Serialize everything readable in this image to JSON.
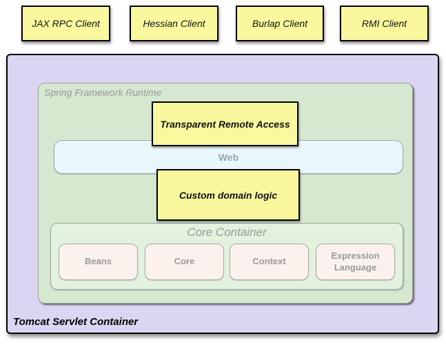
{
  "diagram": {
    "clients": [
      {
        "label": "JAX RPC Client"
      },
      {
        "label": "Hessian Client"
      },
      {
        "label": "Burlap Client"
      },
      {
        "label": "RMI Client"
      }
    ],
    "tomcat": {
      "label": "Tomcat Servlet Container"
    },
    "runtime": {
      "label": "Spring Framework Runtime"
    },
    "remote_access": {
      "label": "Transparent Remote Access"
    },
    "web": {
      "label": "Web"
    },
    "domain_logic": {
      "label": "Custom domain logic"
    },
    "core": {
      "label": "Core Container",
      "modules": [
        {
          "label": "Beans"
        },
        {
          "label": "Core"
        },
        {
          "label": "Context"
        },
        {
          "label": "Expression Language"
        }
      ]
    },
    "colors": {
      "client_box_bg": "#FAF89F",
      "tomcat_bg": "#DCD5F2",
      "runtime_bg": "#D7E8D0",
      "web_bg": "#E9F7FC",
      "core_bg": "#E3F2DF",
      "module_bg": "#FBF2EE",
      "border_black": "#000000",
      "muted_text": "#999999"
    }
  }
}
